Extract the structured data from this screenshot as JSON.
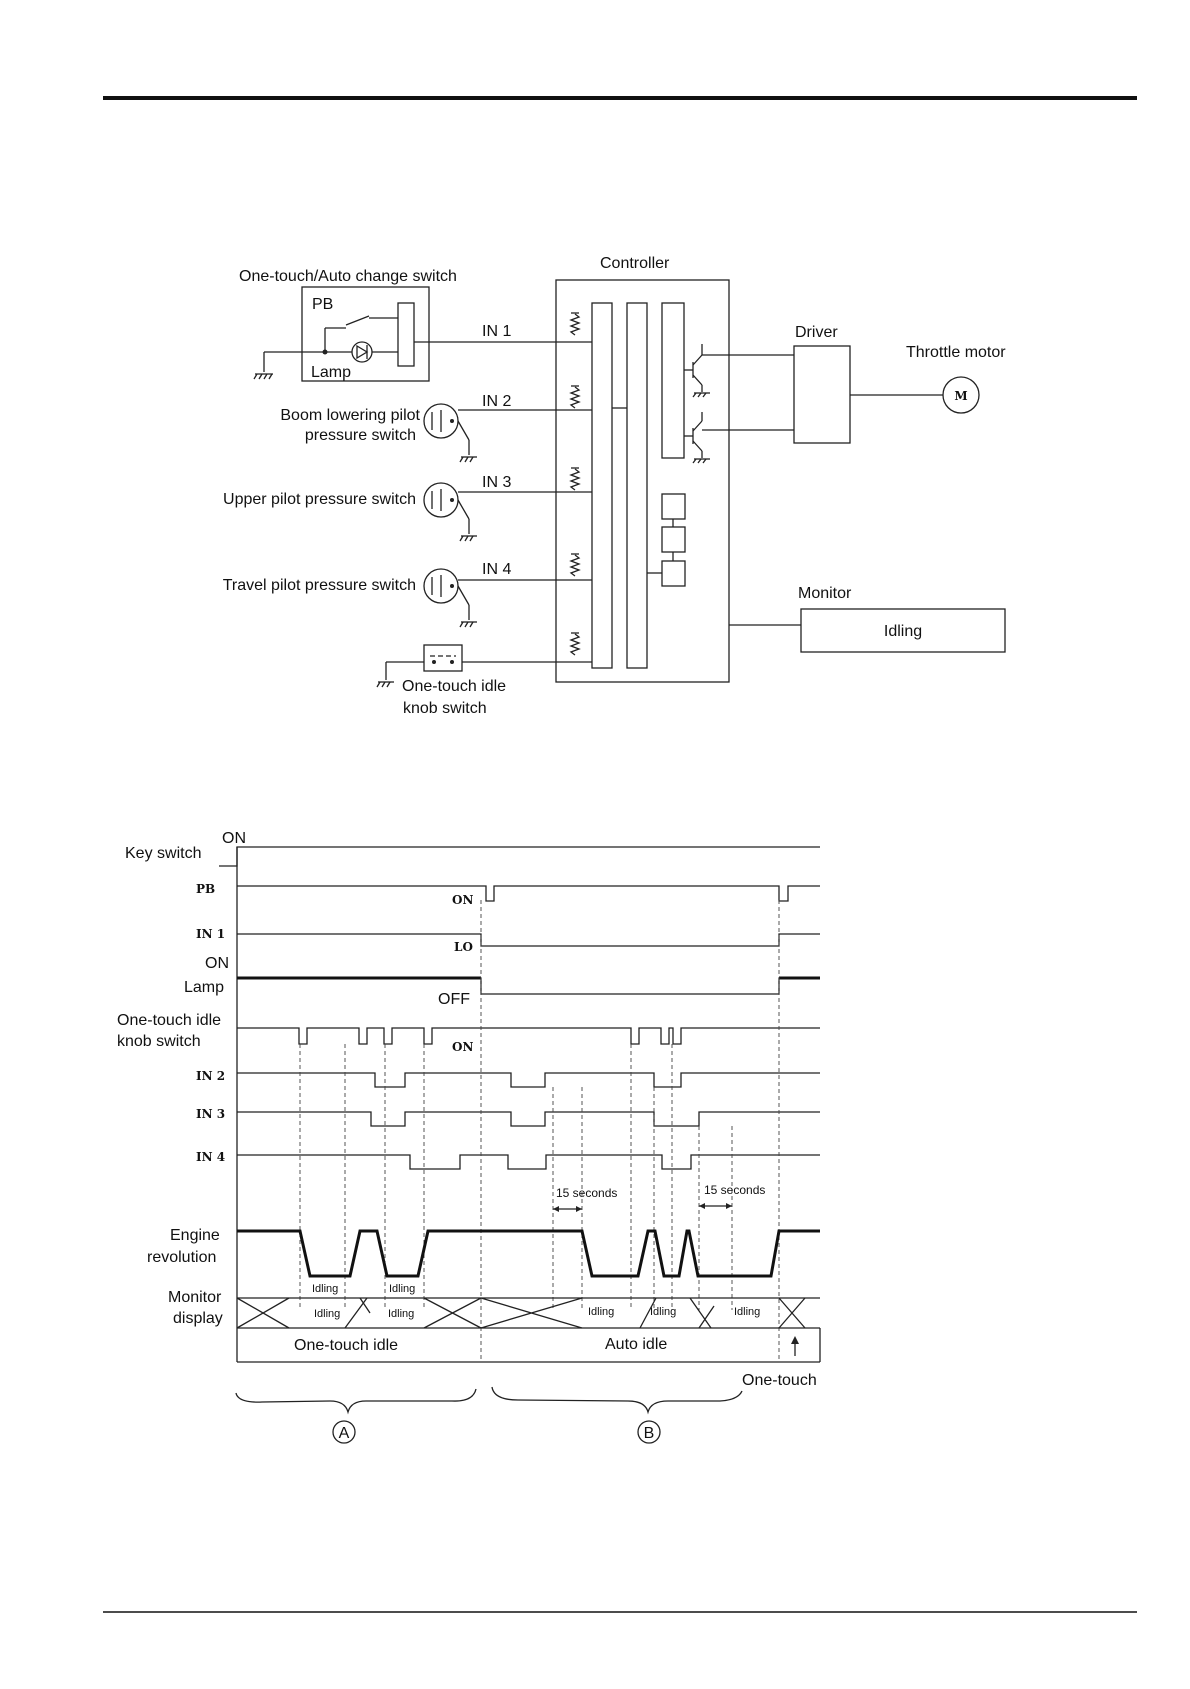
{
  "block_diagram": {
    "controller": "Controller",
    "change_switch": "One-touch/Auto change switch",
    "pb": "PB",
    "lamp": "Lamp",
    "in1": "IN 1",
    "in2": "IN 2",
    "in3": "IN 3",
    "in4": "IN 4",
    "boom_switch_line1": "Boom lowering pilot",
    "boom_switch_line2": "pressure switch",
    "upper_switch": "Upper pilot pressure switch",
    "travel_switch": "Travel pilot pressure switch",
    "knob_switch_line1": "One-touch idle",
    "knob_switch_line2": "knob switch",
    "driver": "Driver",
    "throttle_motor": "Throttle motor",
    "motor_symbol": "M",
    "monitor": "Monitor",
    "monitor_display": "Idling"
  },
  "timing_chart": {
    "key_switch": "Key switch",
    "key_on": "ON",
    "pb": "PB",
    "pb_on": "ON",
    "in1": "IN 1",
    "in1_lo": "LO",
    "lamp_on": "ON",
    "lamp": "Lamp",
    "lamp_off": "OFF",
    "knob_line1": "One-touch idle",
    "knob_line2": "knob switch",
    "knob_on": "ON",
    "in2": "IN 2",
    "in3": "IN 3",
    "in4": "IN 4",
    "delay1": "15 seconds",
    "delay2": "15 seconds",
    "engine_line1": "Engine",
    "engine_line2": "revolution",
    "idling_1": "Idling",
    "idling_2": "Idling",
    "monitor_line1": "Monitor",
    "monitor_line2": "display",
    "mon_idling_1": "Idling",
    "mon_idling_2": "Idling",
    "mon_idling_3": "Idling",
    "mon_idling_4": "Idling",
    "mon_idling_5": "Idling",
    "mode_one_touch": "One-touch idle",
    "mode_auto": "Auto idle",
    "one_touch_arrow": "One-touch",
    "group_a": "A",
    "group_b": "B"
  }
}
